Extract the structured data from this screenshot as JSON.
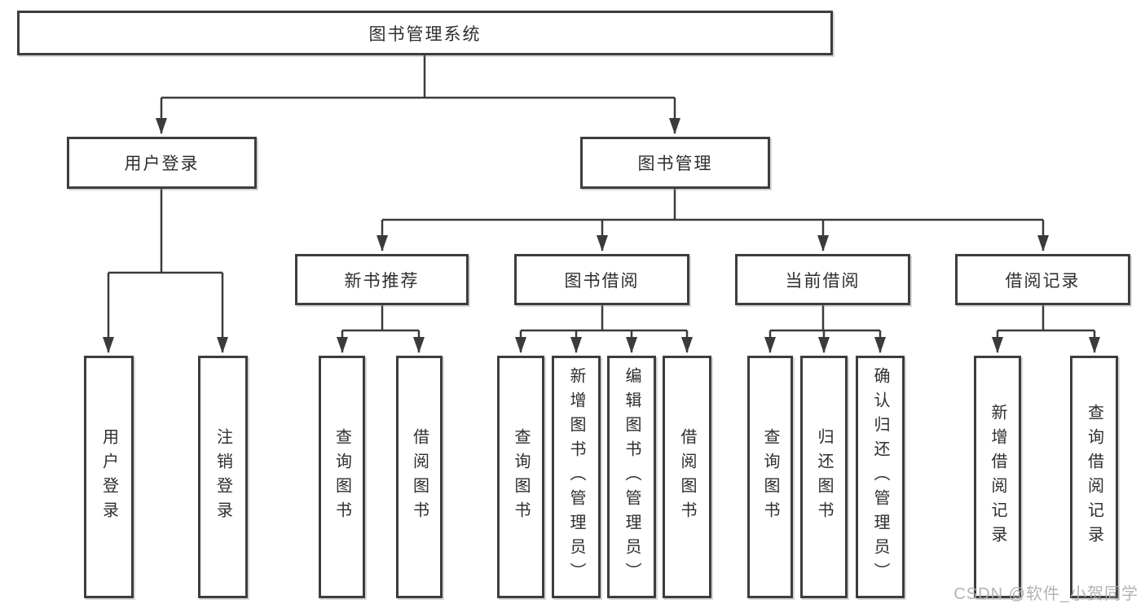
{
  "diagram": {
    "root": {
      "label": "图书管理系统"
    },
    "level2": {
      "user_login": {
        "label": "用户登录"
      },
      "book_mgmt": {
        "label": "图书管理"
      }
    },
    "level3": {
      "new_book": {
        "label": "新书推荐"
      },
      "borrow": {
        "label": "图书借阅"
      },
      "current": {
        "label": "当前借阅"
      },
      "records": {
        "label": "借阅记录"
      }
    },
    "leaves": {
      "user_login": [
        "用户登录",
        "注销登录"
      ],
      "new_book": [
        "查询图书",
        "借阅图书"
      ],
      "borrow": [
        "查询图书",
        "新增图书（管理员）",
        "编辑图书（管理员）",
        "借阅图书"
      ],
      "current": [
        "查询图书",
        "归还图书",
        "确认归还（管理员）"
      ],
      "records": [
        "新增借阅记录",
        "查询借阅记录"
      ]
    }
  },
  "colors": {
    "line": "#3b3b3b",
    "border": "#3d3d3d",
    "text": "#2e2e2e",
    "background": "#ffffff",
    "watermark": "#abadaf"
  },
  "watermark": {
    "text": "CSDN @软件_小贺同学"
  }
}
